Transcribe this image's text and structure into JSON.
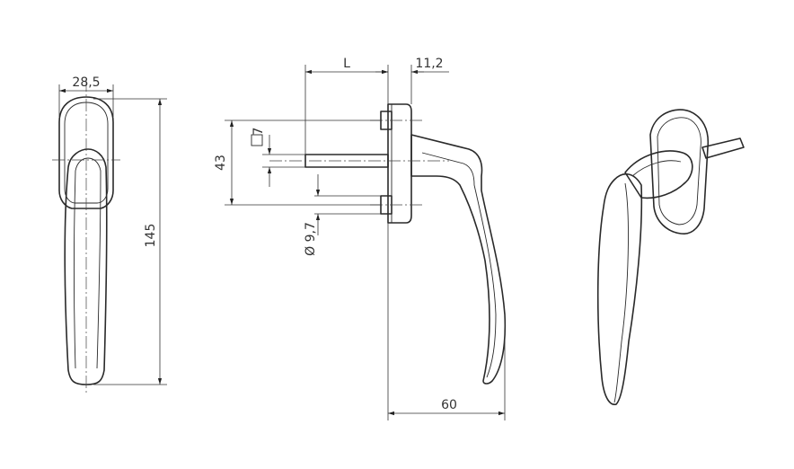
{
  "dimensions": {
    "width_top": "28,5",
    "height_total": "145",
    "spindle_length": "L",
    "rose_offset": "11,2",
    "screw_spacing": "43",
    "square_spindle": "7",
    "screw_diameter": "Ø 9,7",
    "projection": "60"
  },
  "views": [
    "front-view",
    "side-view",
    "perspective-view"
  ]
}
